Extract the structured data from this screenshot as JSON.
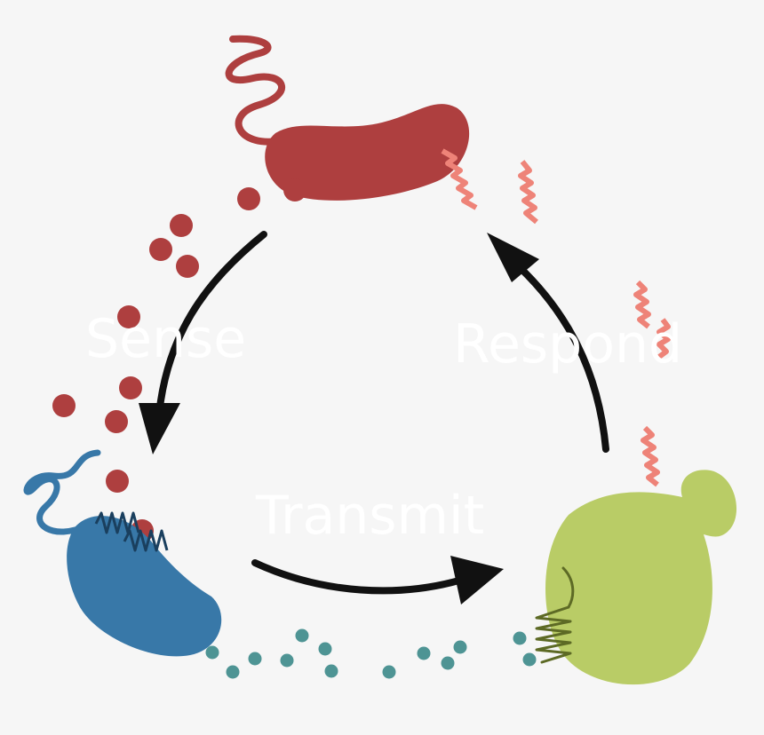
{
  "labels": {
    "sense": "Sense",
    "transmit": "Transmit",
    "respond": "Respond"
  },
  "colors": {
    "background": "#f6f6f6",
    "sender_cell": "#ae3f3f",
    "receiver_cell": "#3878a8",
    "responder_cell": "#b9cc66",
    "signal_molecules": "#ae3f3f",
    "transmit_molecules": "#4e9494",
    "response_peptides": "#ee8378",
    "arrows": "#111111",
    "labels": "#ffffff"
  },
  "icons": [
    "sender-bacterium-icon",
    "receiver-bacterium-icon",
    "responder-cell-icon",
    "receptor-icon",
    "flagellum-icon",
    "peptide-helix-icon"
  ]
}
